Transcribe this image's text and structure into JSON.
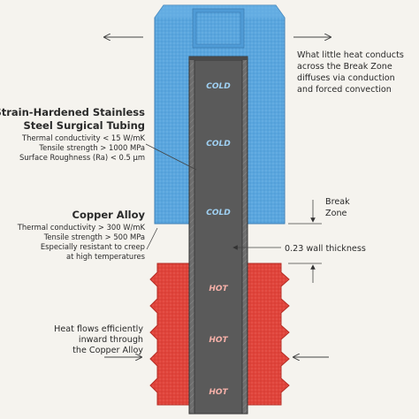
{
  "colors": {
    "background": "#f5f3ee",
    "cold_block": "#5aa6de",
    "hot_block": "#e0443b",
    "tube": "#6b6b6b",
    "bore": "#585858",
    "cold_text": "#9fd0f2",
    "hot_text": "#f5b0a8"
  },
  "steel": {
    "title_line1": "Strain-Hardened Stainless",
    "title_line2": "Steel Surgical Tubing",
    "spec1": "Thermal conductivity < 15 W/mK",
    "spec2": "Tensile strength > 1000 MPa",
    "spec3": "Surface Roughness (Ra) < 0.5 µm"
  },
  "copper": {
    "title": "Copper Alloy",
    "spec1": "Thermal conductivity > 300 W/mK",
    "spec2": "Tensile strength > 500 MPa",
    "spec3": "Especially resistant to creep",
    "spec4": "at high temperatures"
  },
  "note_heat": {
    "line1": "What little heat conducts",
    "line2": "across the Break Zone",
    "line3": "diffuses via conduction",
    "line4": "and forced convection"
  },
  "break_zone": {
    "line1": "Break",
    "line2": "Zone"
  },
  "wall_label": "0.23 wall thickness",
  "note_copper": {
    "line1": "Heat flows efficiently",
    "line2": "inward through",
    "line3": "the Copper Alloy"
  },
  "zones": {
    "cold1": "COLD",
    "cold2": "COLD",
    "cold3": "COLD",
    "hot1": "HOT",
    "hot2": "HOT",
    "hot3": "HOT"
  }
}
